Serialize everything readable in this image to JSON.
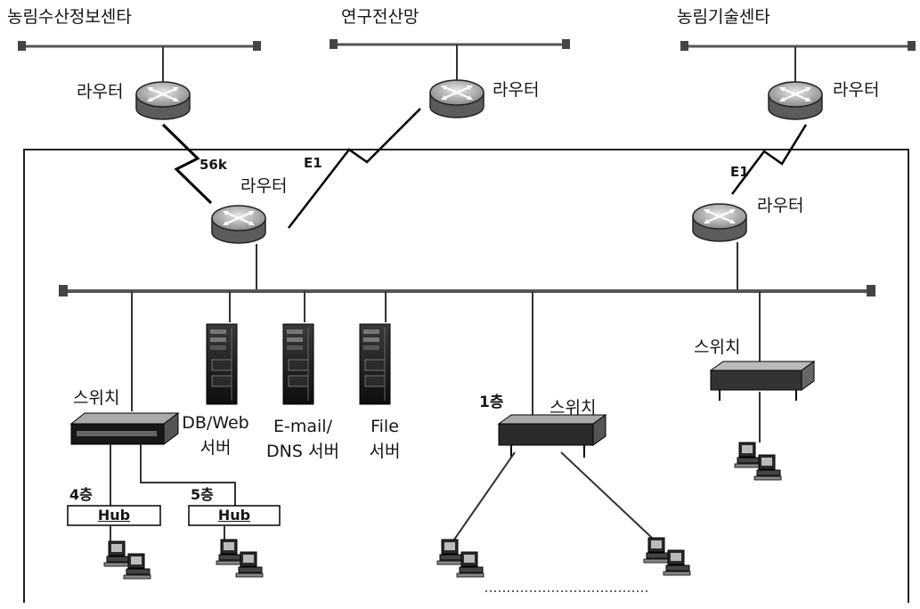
{
  "sites": {
    "left": "농림수산정보센타",
    "middle": "연구전산망",
    "right": "농림기술센타"
  },
  "devices": {
    "router": "라우터",
    "switch": "스위치",
    "hub": "Hub"
  },
  "links": {
    "speed_56k": "56k",
    "e1": "E1"
  },
  "servers": {
    "db_web_line1": "DB/Web",
    "db_web_line2": "서버",
    "mail_line1": "E-mail/",
    "mail_line2": "DNS 서버",
    "file_line1": "File",
    "file_line2": "서버"
  },
  "floors": {
    "floor1": "1층",
    "floor4": "4층",
    "floor5": "5층"
  }
}
